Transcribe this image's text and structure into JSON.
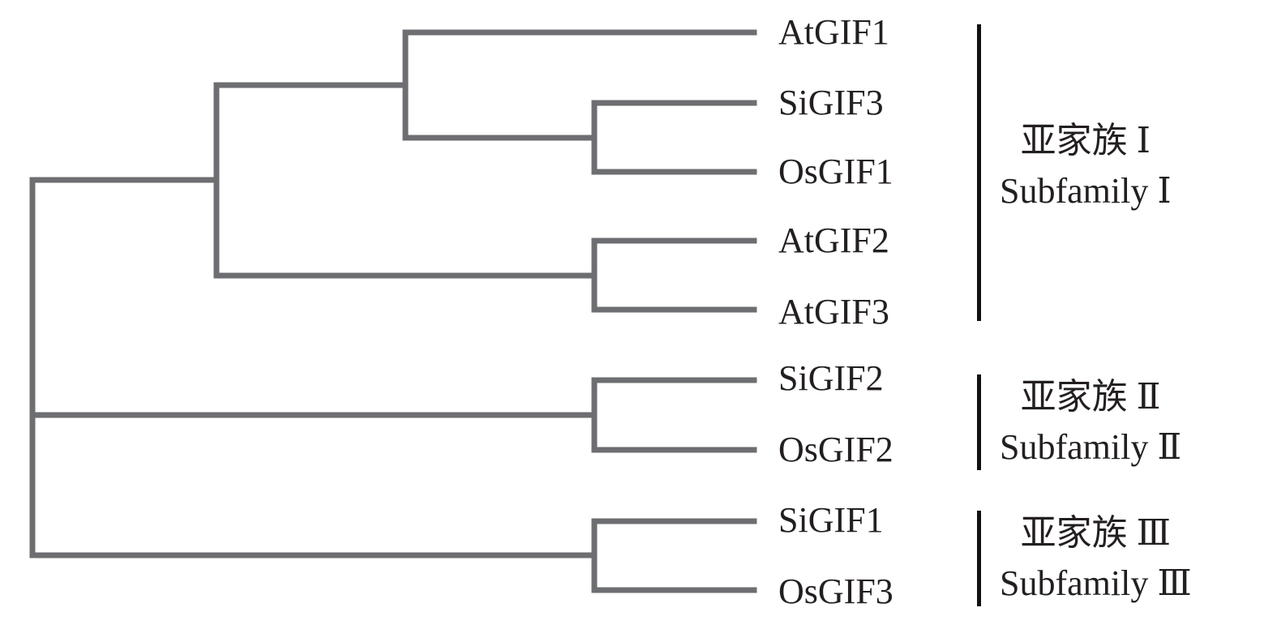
{
  "tree": {
    "branch_color": "#6d6e71",
    "leaves": [
      "AtGIF1",
      "SiGIF3",
      "OsGIF1",
      "AtGIF2",
      "AtGIF3",
      "SiGIF2",
      "OsGIF2",
      "SiGIF1",
      "OsGIF3"
    ],
    "topology": "(((AtGIF1,(SiGIF3,OsGIF1)),(AtGIF2,AtGIF3)),(SiGIF2,OsGIF2),(SiGIF1,OsGIF3))"
  },
  "groups": [
    {
      "zh": "亚家族 Ⅰ",
      "en": "Subfamily Ⅰ",
      "members": [
        "AtGIF1",
        "SiGIF3",
        "OsGIF1",
        "AtGIF2",
        "AtGIF3"
      ]
    },
    {
      "zh": "亚家族 Ⅱ",
      "en": "Subfamily Ⅱ",
      "members": [
        "SiGIF2",
        "OsGIF2"
      ]
    },
    {
      "zh": "亚家族 Ⅲ",
      "en": "Subfamily Ⅲ",
      "members": [
        "SiGIF1",
        "OsGIF3"
      ]
    }
  ]
}
